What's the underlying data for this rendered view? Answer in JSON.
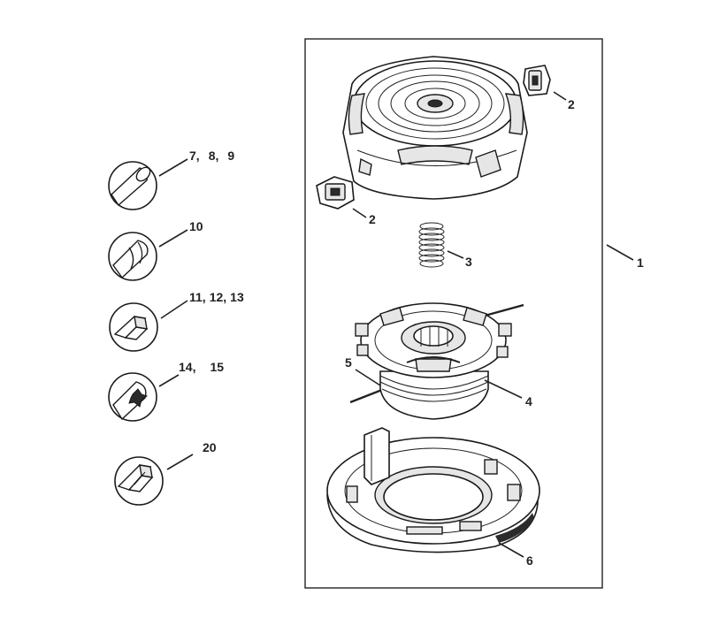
{
  "frame": {
    "label": "1"
  },
  "parts": [
    {
      "id": "cover",
      "label": "2",
      "secondary_label": "2"
    },
    {
      "id": "spring",
      "label": "3"
    },
    {
      "id": "spool",
      "label": "4"
    },
    {
      "id": "line",
      "label": "5"
    },
    {
      "id": "base",
      "label": "6"
    }
  ],
  "line_profiles": [
    {
      "shape": "round",
      "label_parts": [
        "7,",
        "8,",
        "9"
      ]
    },
    {
      "shape": "twisted",
      "label_parts": [
        "10"
      ]
    },
    {
      "shape": "square",
      "label_parts": [
        "11,",
        "12,",
        "13"
      ]
    },
    {
      "shape": "star",
      "label_parts": [
        "14,",
        "15"
      ]
    },
    {
      "shape": "square-edge",
      "label_parts": [
        "20"
      ]
    }
  ]
}
